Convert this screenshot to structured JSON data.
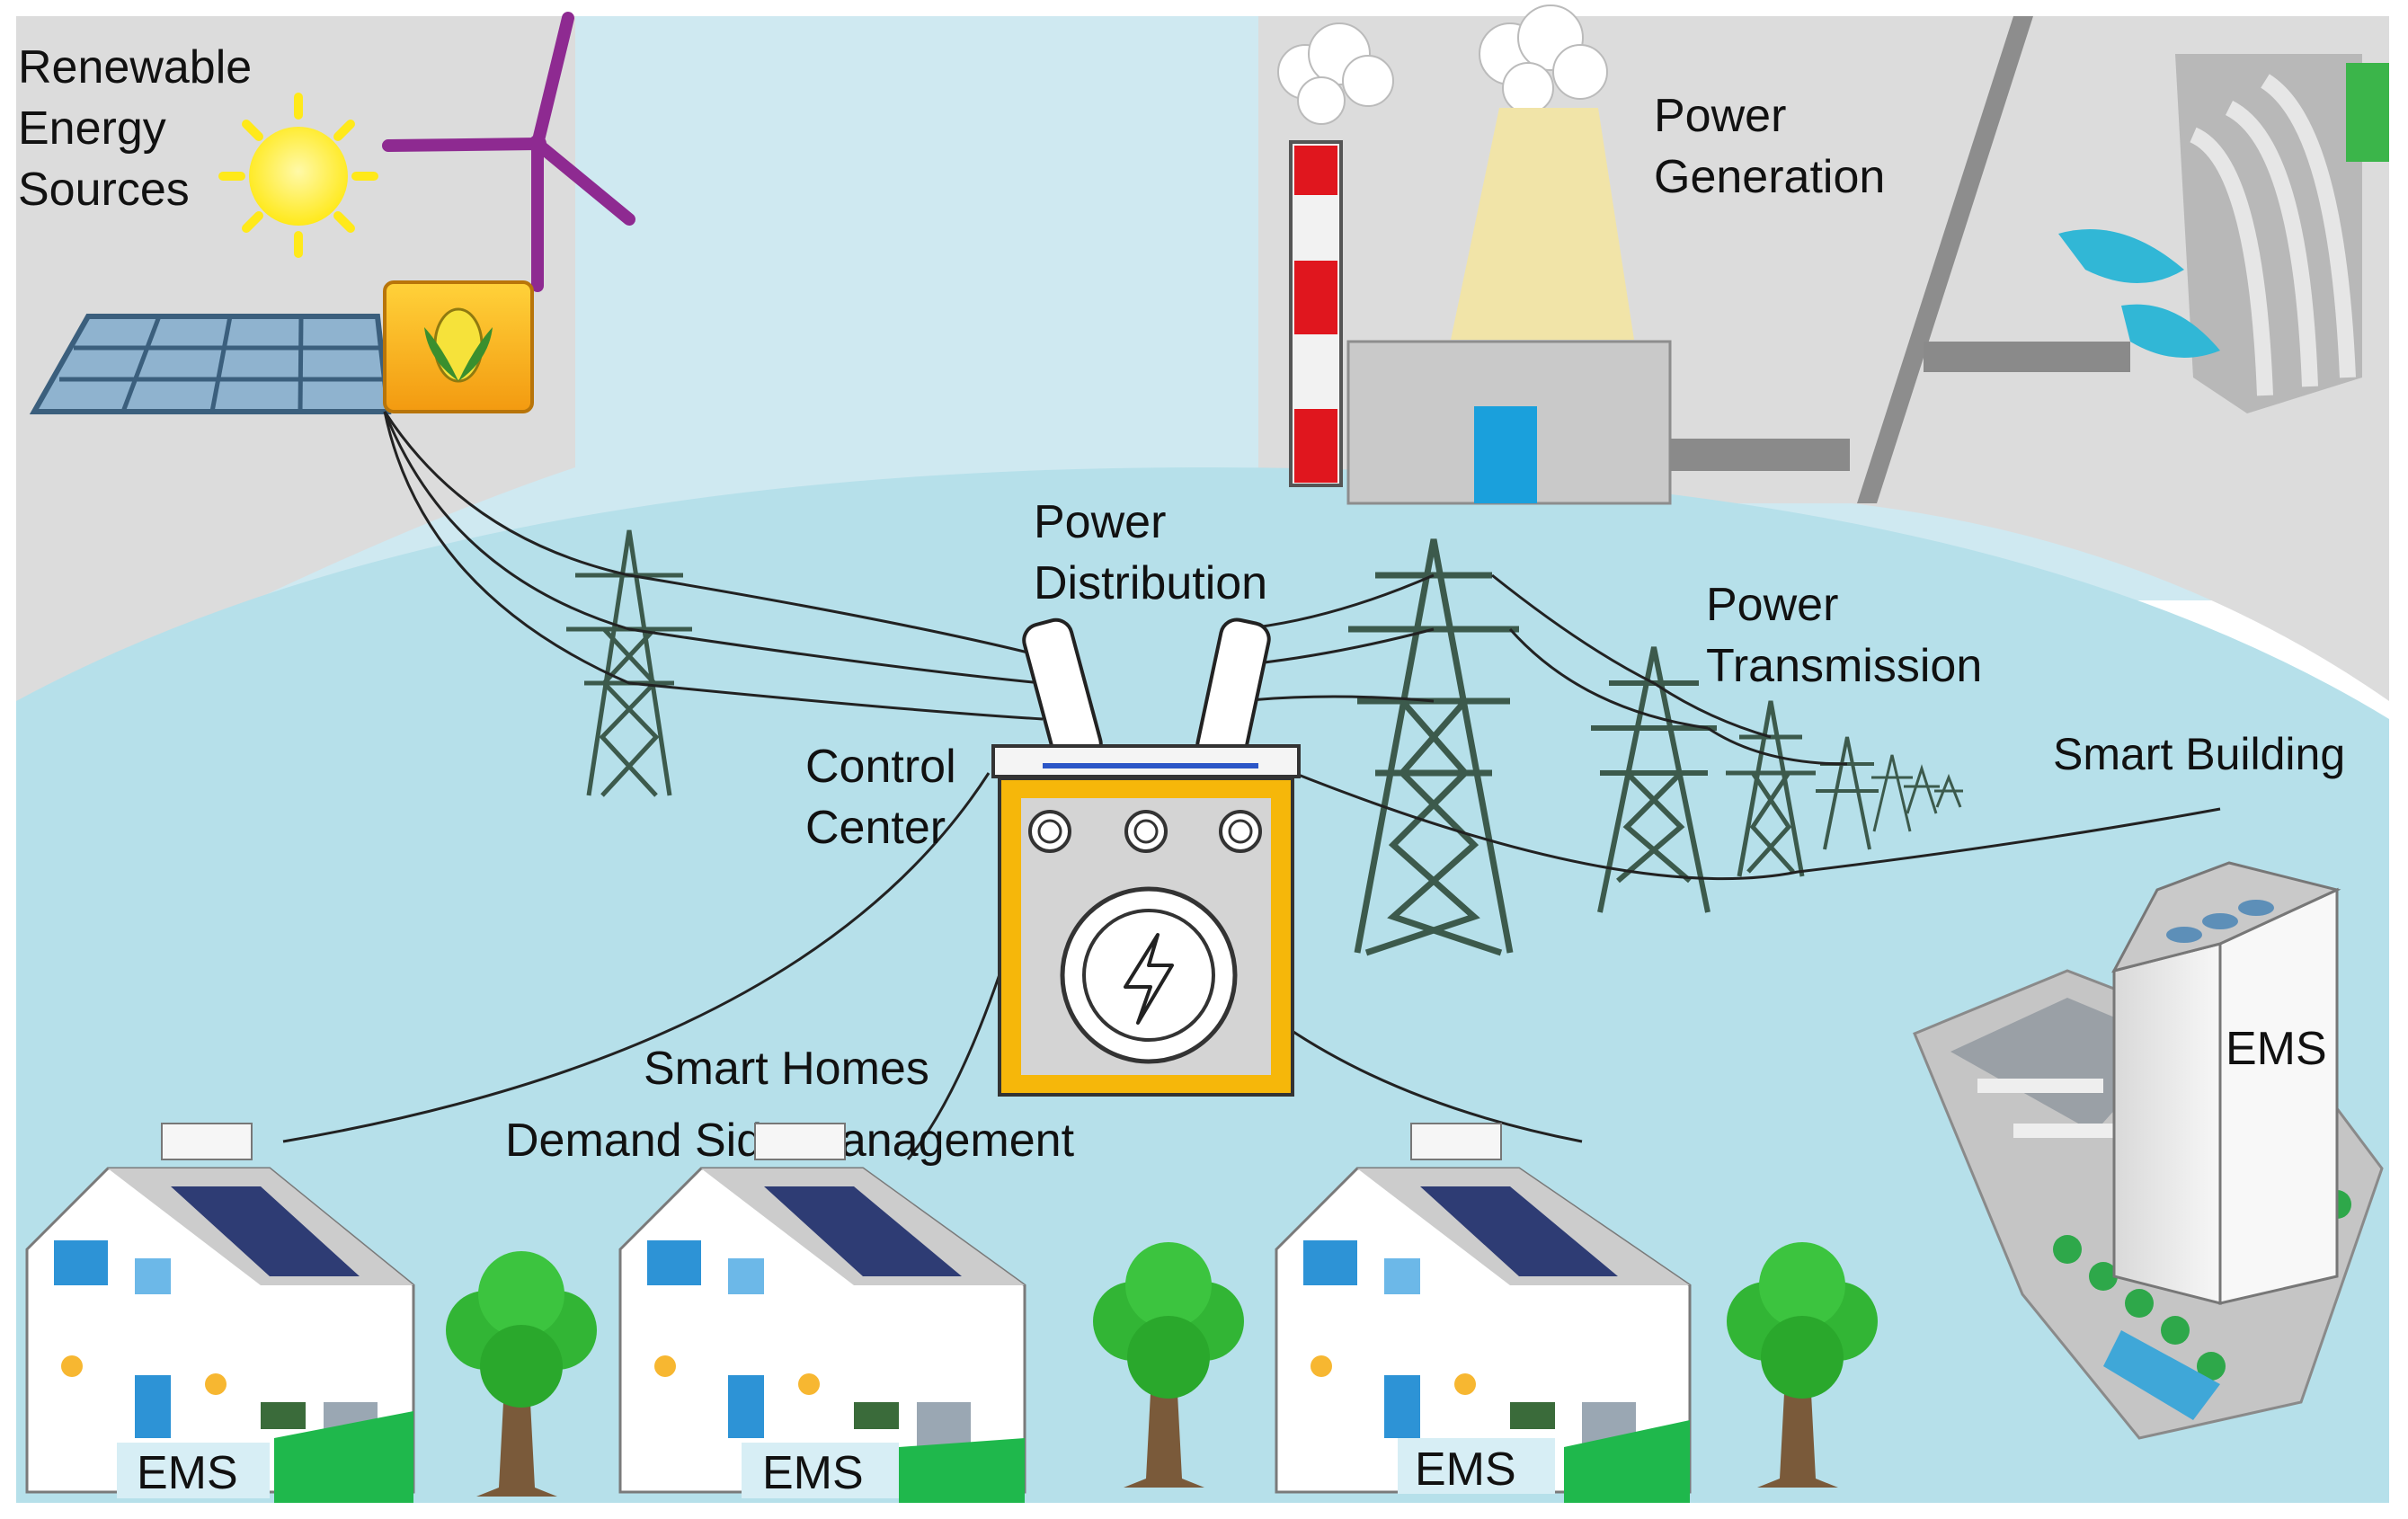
{
  "labels": {
    "renewable": [
      "Renewable",
      "Energy",
      "Sources"
    ],
    "power_generation": [
      "Power",
      "Generation"
    ],
    "power_distribution": [
      "Power",
      "Distribution"
    ],
    "power_transmission": [
      "Power",
      "Transmission"
    ],
    "control_center": [
      "Control",
      "Center"
    ],
    "smart_building": "Smart Building",
    "smart_homes": "Smart Homes",
    "demand_side_management": "Demand Side Management",
    "ems_building": "EMS",
    "ems_homes": [
      "EMS",
      "EMS",
      "EMS"
    ]
  },
  "colors": {
    "sky": "#cfe9f1",
    "ground": "#b6e0ea",
    "grey_panel": "#dcdcdc",
    "wind_turbine": "#8e2a91",
    "sun": "#ffee33",
    "chimney_red": "#e0161e",
    "cooling_tower": "#f1e4a8",
    "transformer_frame": "#f6b70a",
    "tower_green": "#3c5a4c",
    "tree_green": "#32b535",
    "grass_green": "#1fb84c"
  }
}
